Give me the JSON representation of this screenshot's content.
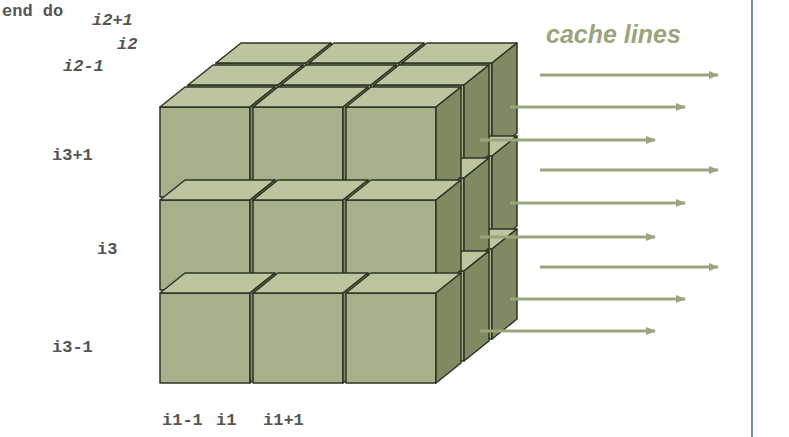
{
  "diagram": {
    "labels": [
      "end do",
      "i2+1",
      "i2",
      "i2-1",
      "i3+1",
      "i3",
      "i3-1",
      "i1-1",
      "i1",
      "i1+1",
      "cache lines"
    ]
  }
}
